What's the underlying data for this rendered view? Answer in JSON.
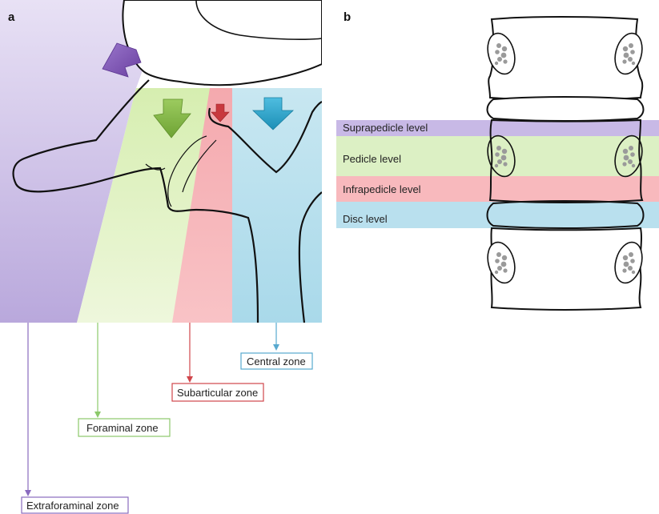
{
  "panels": {
    "a": "a",
    "b": "b"
  },
  "zones": [
    {
      "key": "extraforaminal",
      "label": "Extraforaminal zone",
      "color": "#c0b2e0",
      "line_color": "#8a6bbf"
    },
    {
      "key": "foraminal",
      "label": "Foraminal zone",
      "color": "#e3f2c6",
      "line_color": "#8cc96a"
    },
    {
      "key": "subarticular",
      "label": "Subarticular zone",
      "color": "#f6b8bc",
      "line_color": "#d0454b"
    },
    {
      "key": "central",
      "label": "Central zone",
      "color": "#b5dfec",
      "line_color": "#58a9cf"
    }
  ],
  "levels": [
    {
      "key": "suprapedicle",
      "label": "Suprapedicle level",
      "color": "#c3b3e3"
    },
    {
      "key": "pedicle",
      "label": "Pedicle level",
      "color": "#dcf0c4"
    },
    {
      "key": "infrapedicle",
      "label": "Infrapedicle level",
      "color": "#f8b9bd"
    },
    {
      "key": "disc",
      "label": "Disc level",
      "color": "#b9e0ee"
    }
  ],
  "arrows": {
    "purple": "#7d52b0",
    "green": "#7fb242",
    "red": "#c8383e",
    "blue": "#2ba2c8"
  }
}
